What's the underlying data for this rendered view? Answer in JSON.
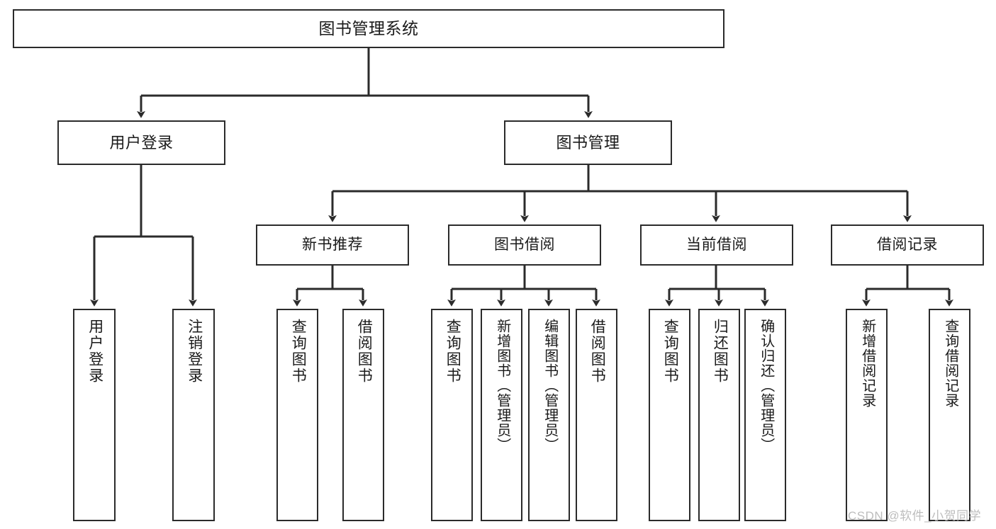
{
  "diagram": {
    "title": "图书管理系统",
    "type": "tree",
    "colors": {
      "box_border": "#2b2b2b",
      "box_fill": "#ffffff",
      "connector": "#2b2b2b",
      "text": "#1a1a1a",
      "watermark": "#bdbdbd",
      "background": "#ffffff"
    },
    "root": {
      "label": "图书管理系统"
    },
    "level2": [
      {
        "label": "用户登录"
      },
      {
        "label": "图书管理"
      }
    ],
    "level3": [
      {
        "label": "新书推荐"
      },
      {
        "label": "图书借阅"
      },
      {
        "label": "当前借阅"
      },
      {
        "label": "借阅记录"
      }
    ],
    "leaves": {
      "user_login": [
        {
          "label": "用户登录"
        },
        {
          "label": "注销登录"
        }
      ],
      "new_book_recommend": [
        {
          "label": "查询图书"
        },
        {
          "label": "借阅图书"
        }
      ],
      "book_borrow": [
        {
          "label": "查询图书"
        },
        {
          "label": "新增图书（管理员）"
        },
        {
          "label": "编辑图书（管理员）"
        },
        {
          "label": "借阅图书"
        }
      ],
      "current_borrow": [
        {
          "label": "查询图书"
        },
        {
          "label": "归还图书"
        },
        {
          "label": "确认归还（管理员）"
        }
      ],
      "borrow_record": [
        {
          "label": "新增借阅记录"
        },
        {
          "label": "查询借阅记录"
        }
      ]
    }
  },
  "watermark": {
    "text": "CSDN @软件_小贺同学"
  }
}
